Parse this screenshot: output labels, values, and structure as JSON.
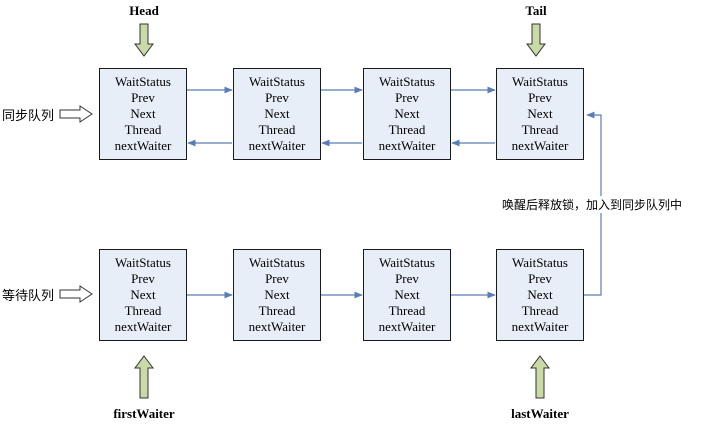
{
  "node_fields": [
    "WaitStatus",
    "Prev",
    "Next",
    "Thread",
    "nextWaiter"
  ],
  "sync_queue": {
    "label": "同步队列",
    "head_label": "Head",
    "tail_label": "Tail"
  },
  "condition_queue": {
    "label": "等待队列",
    "first_label": "firstWaiter",
    "last_label": "lastWaiter"
  },
  "transfer_label": "唤醒后释放锁，加入到同步队列中",
  "colors": {
    "node_fill": "#e8eef8",
    "node_border": "#1a1a1a",
    "link_arrow": "#5b7db3",
    "pointer_arrow_fill": "#c9d9a8"
  }
}
